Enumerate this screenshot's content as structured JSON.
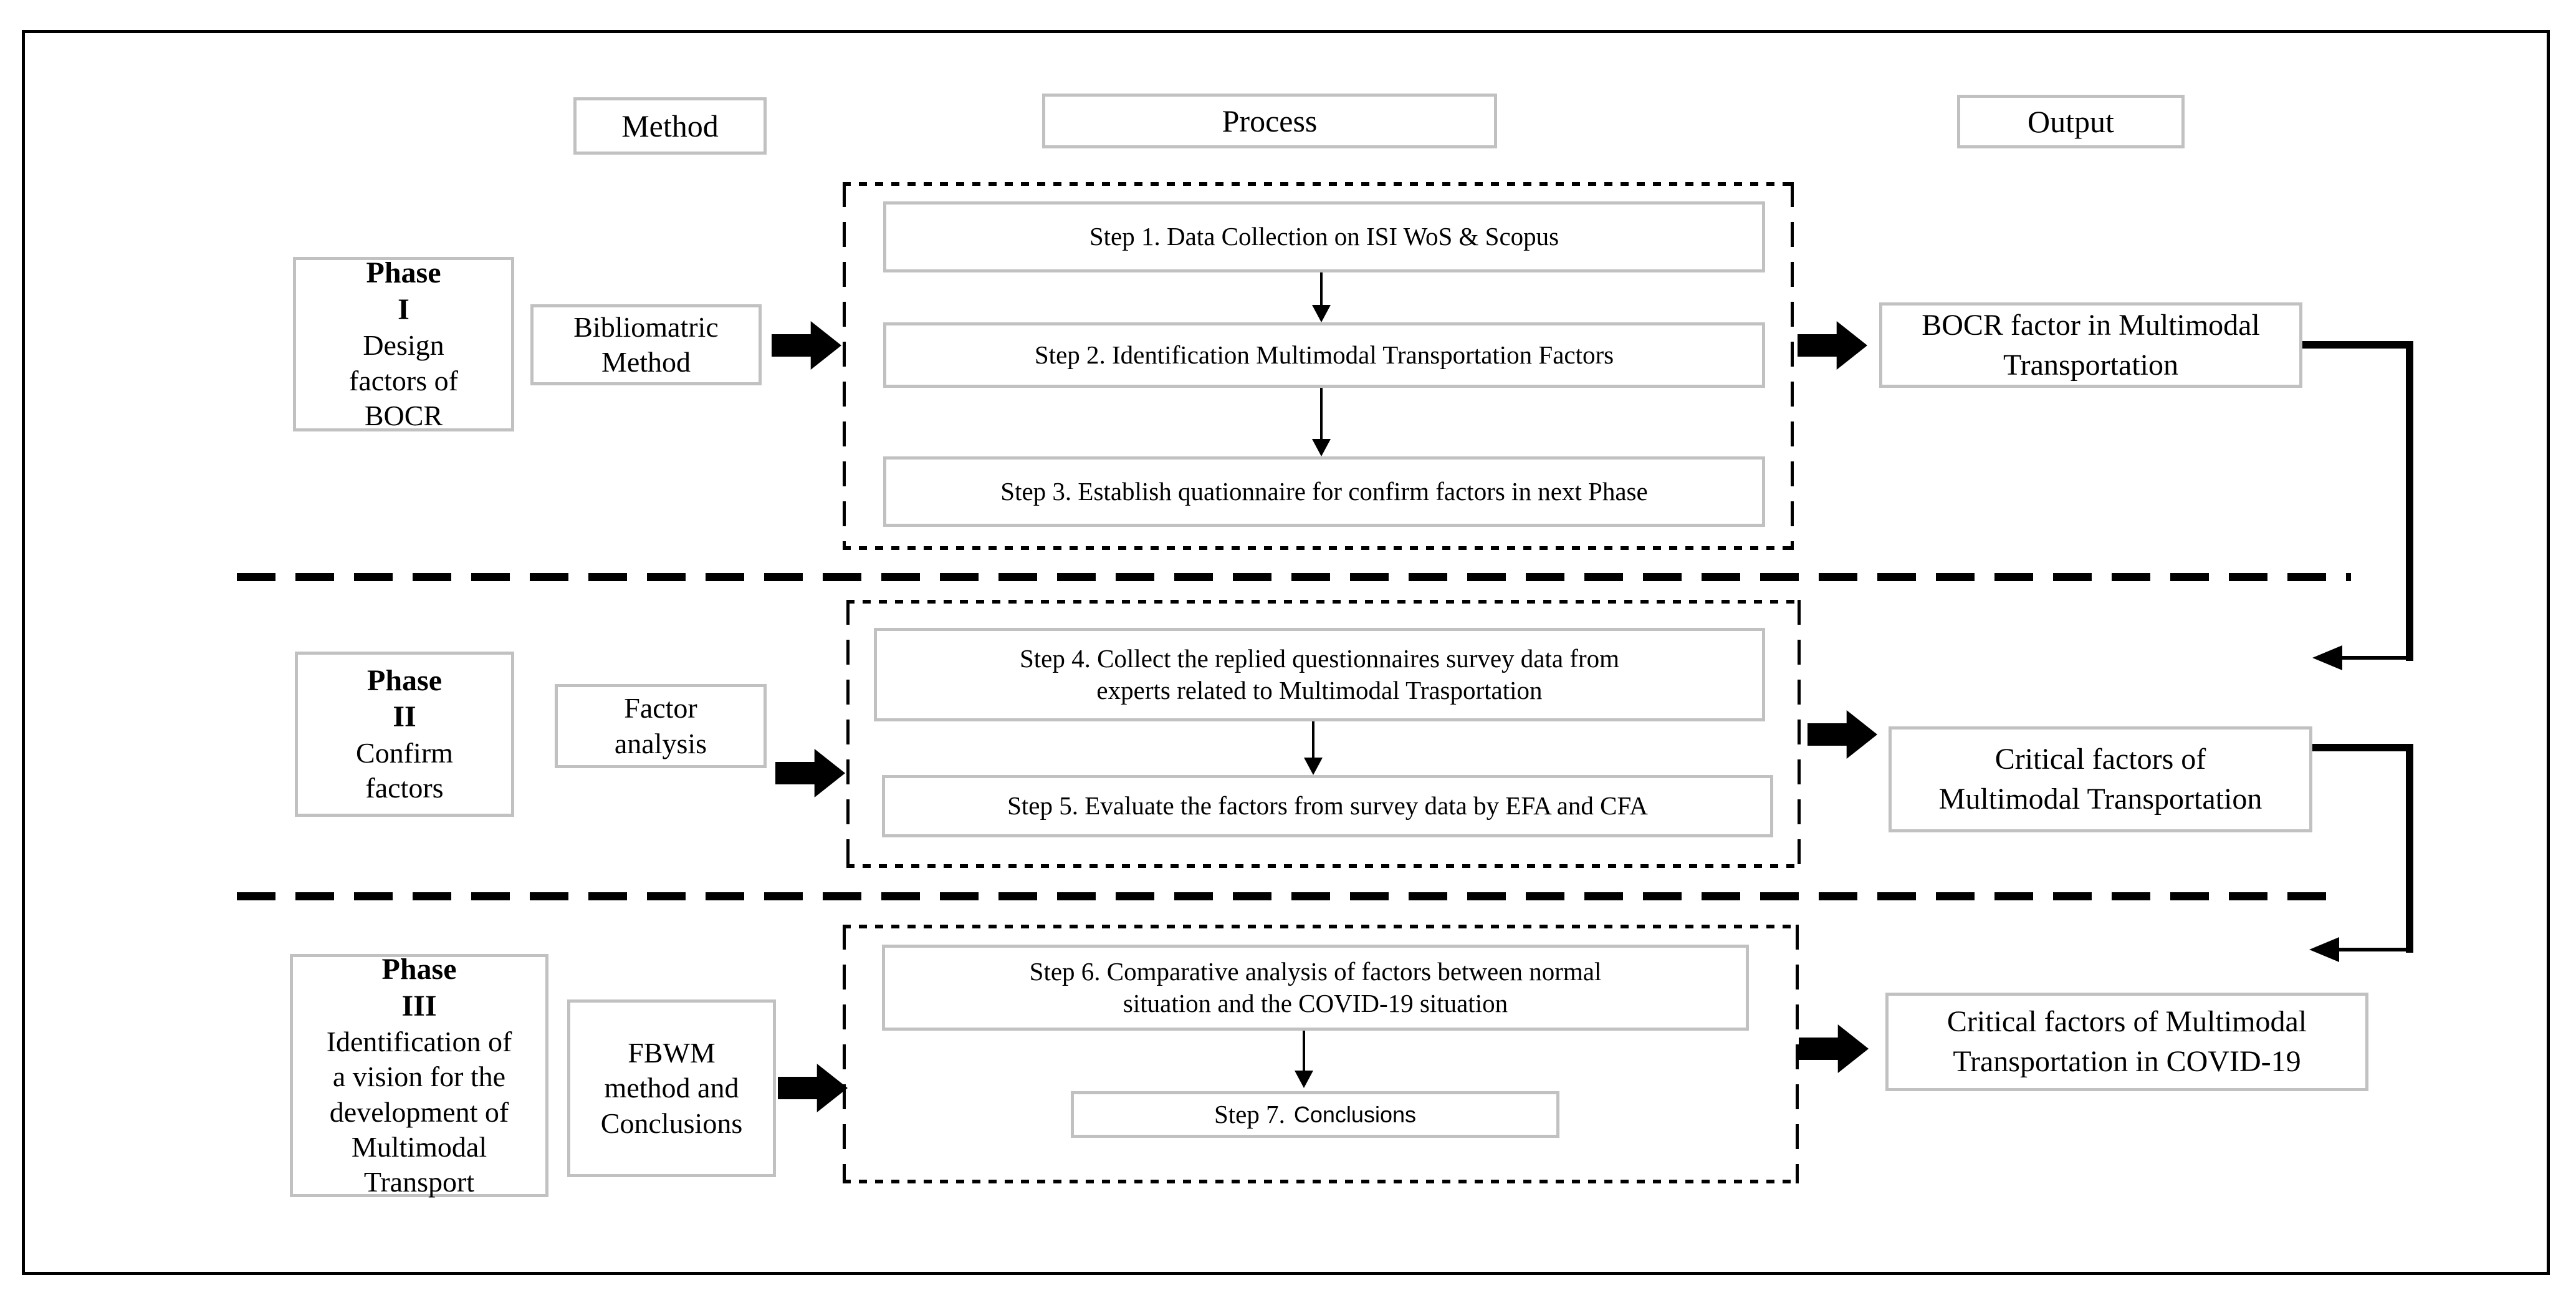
{
  "colors": {
    "box_border": "#c1c1c1",
    "ink": "#000000",
    "background": "#ffffff"
  },
  "headers": {
    "method": "Method",
    "process": "Process",
    "output": "Output"
  },
  "phase1": {
    "label_title": "Phase",
    "label_numeral": "I",
    "label_caption": "Design\nfactors of\nBOCR",
    "method": "Bibliomatric\nMethod",
    "step1": "Step 1. Data Collection on ISI WoS & Scopus",
    "step2": "Step 2. Identification Multimodal Transportation Factors",
    "step3": "Step 3. Establish quationnaire for confirm factors in next Phase",
    "output": "BOCR factor in Multimodal\nTransportation"
  },
  "phase2": {
    "label_title": "Phase",
    "label_numeral": "II",
    "label_caption": "Confirm\nfactors",
    "method": "Factor\nanalysis",
    "step4": "Step 4. Collect the replied questionnaires  survey data from\nexperts related to Multimodal Trasportation",
    "step5": "Step 5. Evaluate the factors from survey data by EFA and CFA",
    "output": "Critical factors of\nMultimodal Transportation"
  },
  "phase3": {
    "label_title": "Phase",
    "label_numeral": "III",
    "label_caption": "Identification of\na vision for the\ndevelopment of\nMultimodal\nTransport",
    "method": "FBWM\nmethod and\nConclusions",
    "step6": "Step 6. Comparative analysis of factors between normal\nsituation and the COVID-19 situation",
    "step7_prefix": "Step 7.",
    "step7_label": "Conclusions",
    "output": "Critical factors of  Multimodal\nTransportation in COVID-19"
  }
}
